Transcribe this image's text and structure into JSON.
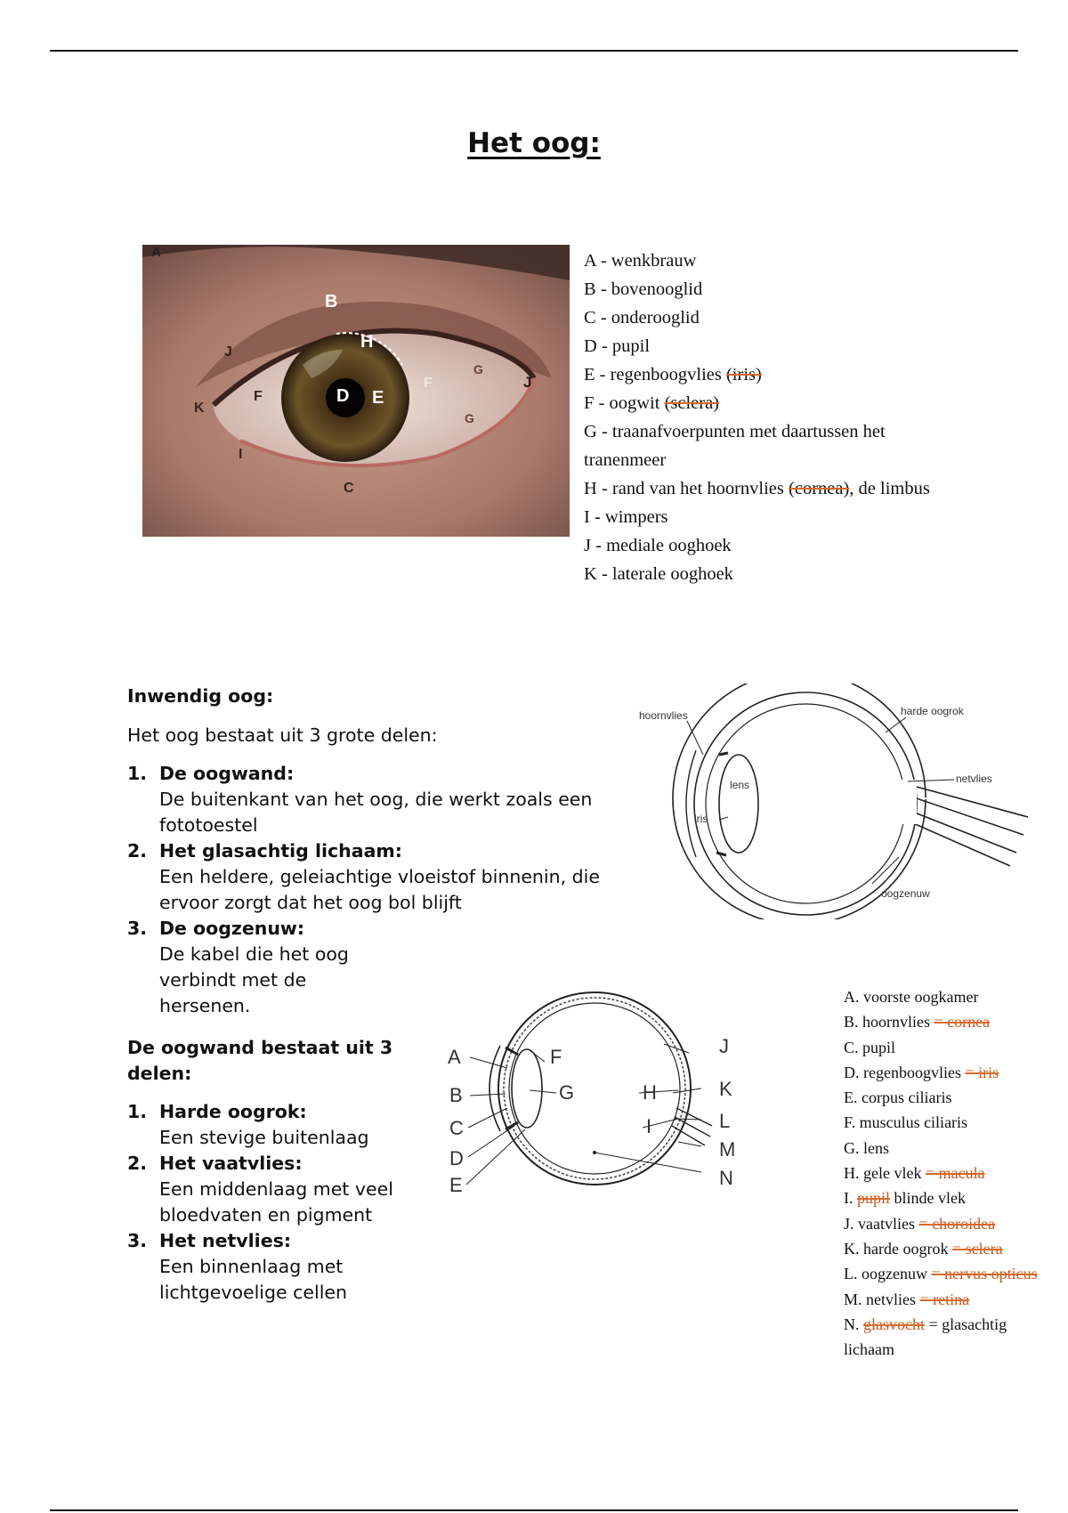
{
  "title": "Het oog:",
  "photo": {
    "labels": [
      "A",
      "B",
      "H",
      "J",
      "K",
      "F",
      "D",
      "E",
      "F",
      "G",
      "J",
      "G",
      "I",
      "C"
    ]
  },
  "legend_photo": [
    {
      "letter": "A",
      "text": "wenkbrauw",
      "strike": ""
    },
    {
      "letter": "B",
      "text": "bovenooglid",
      "strike": ""
    },
    {
      "letter": "C",
      "text": "onderooglid",
      "strike": ""
    },
    {
      "letter": "D",
      "text": "pupil",
      "strike": ""
    },
    {
      "letter": "E",
      "text": "regenboogvlies",
      "strike": "(iris)"
    },
    {
      "letter": "F",
      "text": "oogwit",
      "strike": "(sclera)"
    },
    {
      "letter": "G",
      "text": "traanafvoerpunten met daartussen het tranenmeer",
      "strike": ""
    },
    {
      "letter": "H",
      "text": "rand van het hoornvlies",
      "strike": "(cornea)",
      "after": ", de limbus"
    },
    {
      "letter": "I",
      "text": "wimpers",
      "strike": ""
    },
    {
      "letter": "J",
      "text": "mediale ooghoek",
      "strike": ""
    },
    {
      "letter": "K",
      "text": "laterale ooghoek",
      "strike": ""
    }
  ],
  "inner": {
    "heading": "Inwendig oog:",
    "intro": "Het oog bestaat uit 3 grote delen:",
    "items": [
      {
        "num": "1.",
        "title": "De oogwand:",
        "desc": "De buitenkant van het oog, die werkt zoals een fototoestel"
      },
      {
        "num": "2.",
        "title": "Het glasachtig lichaam:",
        "desc": "Een heldere, geleiachtige vloeistof binnenin, die ervoor zorgt dat het oog bol blijft"
      },
      {
        "num": "3.",
        "title": "De oogzenuw:",
        "desc": "De kabel die het oog verbindt met de hersenen."
      }
    ]
  },
  "wall": {
    "heading": "De oogwand bestaat uit 3 delen:",
    "items": [
      {
        "num": "1.",
        "title": "Harde oogrok:",
        "desc": "Een stevige buitenlaag"
      },
      {
        "num": "2.",
        "title": "Het vaatvlies:",
        "desc": "Een middenlaag met veel bloedvaten en pigment"
      },
      {
        "num": "3.",
        "title": "Het netvlies:",
        "desc": "Een binnenlaag met lichtgevoelige cellen"
      }
    ]
  },
  "diagram1": {
    "labels": {
      "hoornvlies": "hoornvlies",
      "harde_oogrok": "harde oogrok",
      "lens": "lens",
      "iris": "iris",
      "netvlies": "netvlies",
      "oogzenuw": "oogzenuw"
    }
  },
  "diagram2": {
    "labels": [
      "A",
      "B",
      "C",
      "D",
      "E",
      "F",
      "G",
      "H",
      "I",
      "J",
      "K",
      "L",
      "M",
      "N"
    ]
  },
  "legend_diagram": [
    {
      "text": "A. voorste oogkamer",
      "strike": ""
    },
    {
      "text": "B. hoornvlies",
      "strike": "= cornea"
    },
    {
      "text": "C. pupil",
      "strike": ""
    },
    {
      "text": "D. regenboogvlies",
      "strike": "= iris"
    },
    {
      "text": "E. corpus ciliaris",
      "strike": ""
    },
    {
      "text": "F. musculus ciliaris",
      "strike": ""
    },
    {
      "text": "G. lens",
      "strike": ""
    },
    {
      "text": "H. gele vlek",
      "strike": "= macula"
    },
    {
      "pre": "I.",
      "strike_mid": "pupil",
      "text": "blinde vlek"
    },
    {
      "text": "J. vaatvlies",
      "strike": "= choroidea"
    },
    {
      "text": "K. harde oogrok",
      "strike": "= sclera"
    },
    {
      "text": "L. oogzenuw",
      "strike": "= nervus opticus"
    },
    {
      "text": "M. netvlies",
      "strike": "= retina"
    },
    {
      "pre": "N.",
      "strike_mid": "glasvocht",
      "text": "= glasachtig lichaam"
    }
  ]
}
